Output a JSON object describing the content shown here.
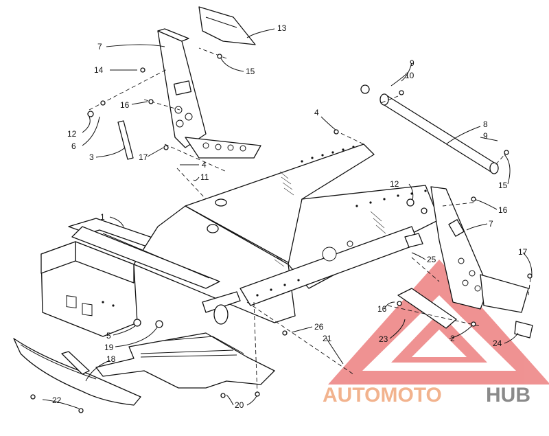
{
  "callouts": [
    {
      "id": "c13",
      "label": "13"
    },
    {
      "id": "c7a",
      "label": "7"
    },
    {
      "id": "c14",
      "label": "14"
    },
    {
      "id": "c15a",
      "label": "15"
    },
    {
      "id": "c16a",
      "label": "16"
    },
    {
      "id": "c12a",
      "label": "12"
    },
    {
      "id": "c6",
      "label": "6"
    },
    {
      "id": "c3",
      "label": "3"
    },
    {
      "id": "c17a",
      "label": "17"
    },
    {
      "id": "c4a",
      "label": "4"
    },
    {
      "id": "c11",
      "label": "11"
    },
    {
      "id": "c4b",
      "label": "4"
    },
    {
      "id": "c9a",
      "label": "9"
    },
    {
      "id": "c10",
      "label": "10"
    },
    {
      "id": "c8",
      "label": "8"
    },
    {
      "id": "c9b",
      "label": "9"
    },
    {
      "id": "c15b",
      "label": "15"
    },
    {
      "id": "c12b",
      "label": "12"
    },
    {
      "id": "c16b",
      "label": "16"
    },
    {
      "id": "c7b",
      "label": "7"
    },
    {
      "id": "c1",
      "label": "1"
    },
    {
      "id": "c25",
      "label": "25"
    },
    {
      "id": "c17b",
      "label": "17"
    },
    {
      "id": "c5",
      "label": "5"
    },
    {
      "id": "c19",
      "label": "19"
    },
    {
      "id": "c26",
      "label": "26"
    },
    {
      "id": "c21",
      "label": "21"
    },
    {
      "id": "c16c",
      "label": "16"
    },
    {
      "id": "c23",
      "label": "23"
    },
    {
      "id": "c2",
      "label": "2"
    },
    {
      "id": "c24",
      "label": "24"
    },
    {
      "id": "c18",
      "label": "18"
    },
    {
      "id": "c22",
      "label": "22"
    },
    {
      "id": "c20",
      "label": "20"
    }
  ],
  "watermark": {
    "part1": "AUTOMOTO",
    "part2": "HUB",
    "color_primary": "#f2b38e",
    "color_secondary": "#8a8a8a",
    "triangle_color": "#e23a3a"
  }
}
